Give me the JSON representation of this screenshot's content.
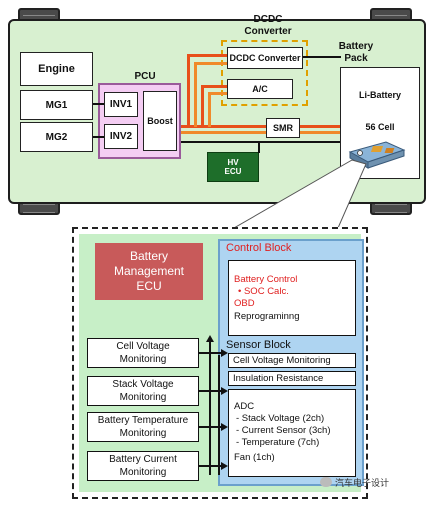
{
  "system": {
    "engine": "Engine",
    "mg1": "MG1",
    "mg2": "MG2",
    "pcu_title": "PCU",
    "inv1": "INV1",
    "inv2": "INV2",
    "boost": "Boost",
    "dcdc_title_line1": "DCDC",
    "dcdc_title_line2": "Converter",
    "dcdc_box": "DCDC Converter",
    "ac": "A/C",
    "battery_pack_line1": "Battery",
    "battery_pack_line2": "Pack",
    "li_battery": "Li-Battery",
    "cell_count": "56 Cell",
    "smr": "SMR",
    "hv_ecu_line1": "HV",
    "hv_ecu_line2": "ECU"
  },
  "detail": {
    "bm_ecu_line1": "Battery",
    "bm_ecu_line2": "Management",
    "bm_ecu_line3": "ECU",
    "control_block_title": "Control Block",
    "control_items": {
      "battery_control": "Battery Control",
      "soc_calc": "• SOC Calc.",
      "obd": "OBD",
      "reprogramming": "Reprograminng"
    },
    "sensor_block_title": "Sensor Block",
    "sensor_items": {
      "cell_voltage_monitoring": "Cell Voltage Monitoring",
      "insulation_resistance": "Insulation Resistance",
      "adc": "ADC",
      "stack_voltage": "- Stack Voltage (2ch)",
      "current_sensor": "- Current Sensor (3ch)",
      "temperature": "- Temperature (7ch)",
      "fan": "Fan (1ch)"
    },
    "monitors": [
      {
        "line1": "Cell Voltage",
        "line2": "Monitoring"
      },
      {
        "line1": "Stack Voltage",
        "line2": "Monitoring"
      },
      {
        "line1": "Battery Temperature",
        "line2": "Monitoring"
      },
      {
        "line1": "Battery Current",
        "line2": "Monitoring"
      }
    ]
  },
  "watermark": "汽车电子设计"
}
